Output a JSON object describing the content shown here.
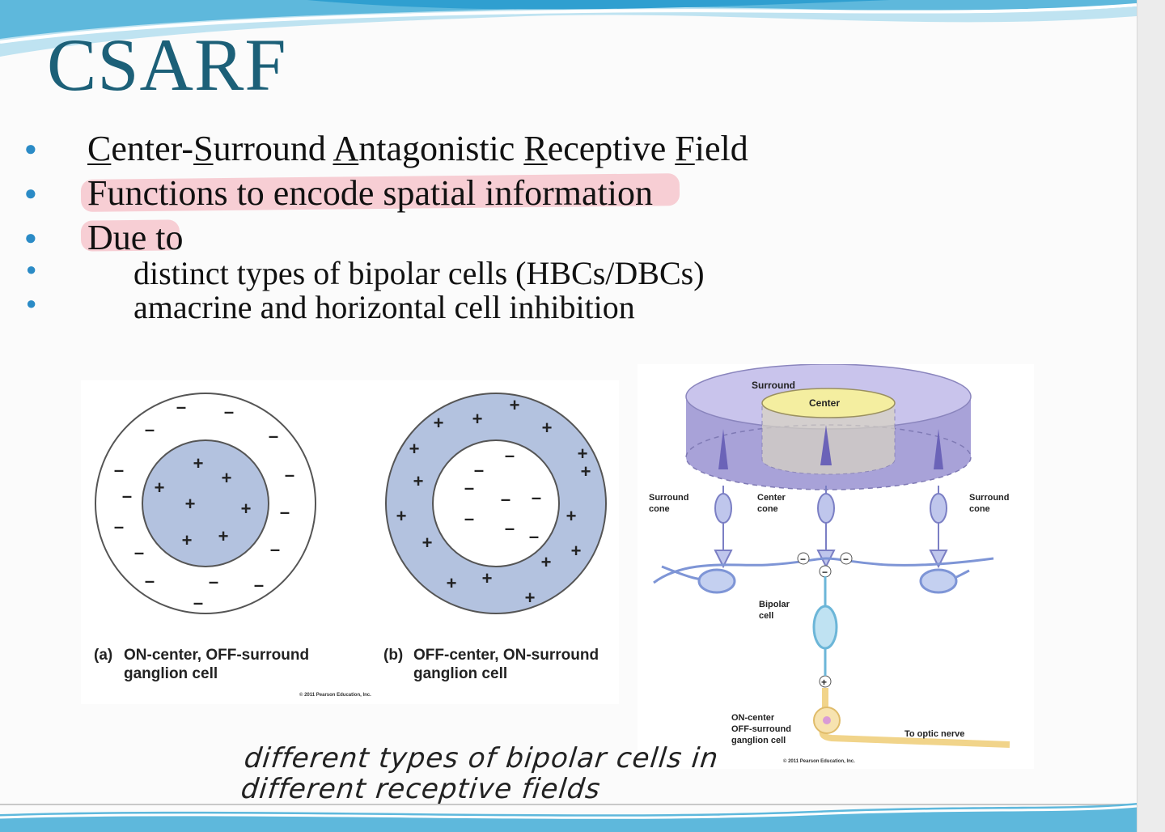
{
  "slide": {
    "title": "CSARF",
    "accent_color": "#1c6078",
    "bullet_color": "#2b8bc6",
    "highlight_color": "#f296a5"
  },
  "bullets": [
    {
      "level": 1,
      "parts": [
        "C",
        "enter-",
        "S",
        "urround ",
        "A",
        "ntagonistic ",
        "R",
        "eceptive ",
        "F",
        "ield"
      ]
    },
    {
      "level": 1,
      "text": "Functions to encode spatial information",
      "highlighted": true
    },
    {
      "level": 1,
      "text": "Due to",
      "highlighted": true
    },
    {
      "level": 2,
      "text": "distinct types of bipolar cells (HBCs/DBCs)"
    },
    {
      "level": 2,
      "text": "amacrine and horizontal cell inhibition"
    }
  ],
  "figure_left": {
    "panel_a": {
      "letter": "(a)",
      "line1": "ON-center, OFF-surround",
      "line2": "ganglion cell"
    },
    "panel_b": {
      "letter": "(b)",
      "line1": "OFF-center, ON-surround",
      "line2": "ganglion cell"
    },
    "plus": "+",
    "minus": "–",
    "copyright": "© 2011 Pearson Education, Inc."
  },
  "figure_right": {
    "surround": "Surround",
    "center": "Center",
    "surround_cone_left": [
      "Surround",
      "cone"
    ],
    "center_cone": [
      "Center",
      "cone"
    ],
    "surround_cone_right": [
      "Surround",
      "cone"
    ],
    "bipolar_cell": [
      "Bipolar",
      "cell"
    ],
    "ganglion_cell": [
      "ON-center",
      "OFF-surround",
      "ganglion cell"
    ],
    "optic_nerve": "To optic nerve",
    "minus_sign": "−",
    "plus_sign": "+",
    "copyright": "© 2011 Pearson Education, Inc."
  },
  "handwritten_note": {
    "line1": "different types of bipolar cells in",
    "line2": "different receptive fields"
  }
}
